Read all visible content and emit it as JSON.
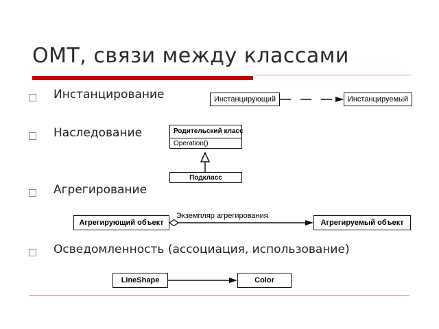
{
  "slide": {
    "title": "OMT, связи между классами",
    "colors": {
      "accent": "#c00000",
      "divider": "#d99090",
      "text": "#222222"
    }
  },
  "bullets": [
    {
      "label": "Инстанцирование"
    },
    {
      "label": "Наследование"
    },
    {
      "label": "Агрегирование"
    },
    {
      "label": "Осведомленность (ассоциация, использование)"
    }
  ],
  "instantiation": {
    "source": "Инстанцирующий",
    "target": "Инстанцируемый"
  },
  "inheritance": {
    "parent": "Родительский класс",
    "operation": "Operation()",
    "child": "Подкласс"
  },
  "aggregation": {
    "aggregator": "Агрегирующий объект",
    "label": "Экземпляр агрегирования",
    "aggregated": "Агрегируемый объект"
  },
  "acquaintance": {
    "source": "LineShape",
    "target": "Color"
  }
}
